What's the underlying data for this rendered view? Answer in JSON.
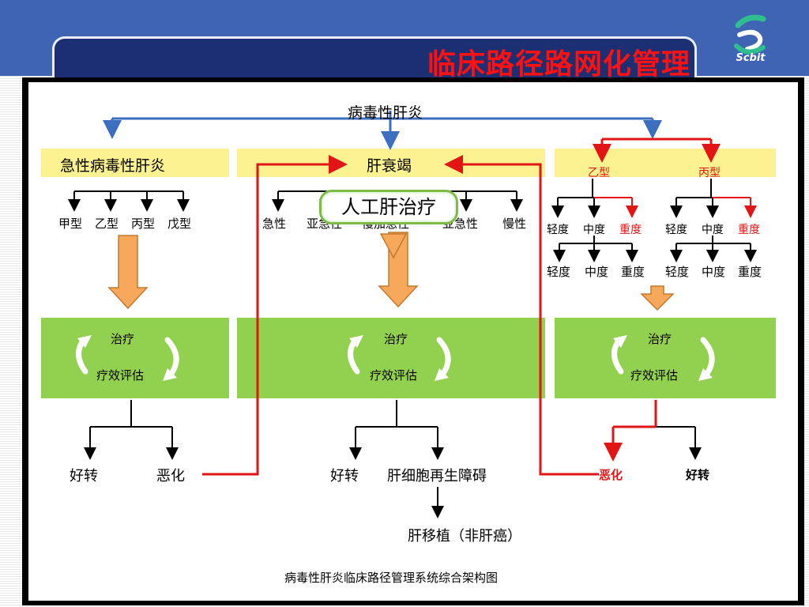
{
  "slide_title": "临床路径路网化管理",
  "logo": {
    "text": "Scbit",
    "icon": "scbit-logo-icon"
  },
  "diagram": {
    "root": "病毒性肝炎",
    "left": {
      "header": "急性病毒性肝炎",
      "types": [
        "甲型",
        "乙型",
        "丙型",
        "戊型"
      ],
      "treatment": {
        "top": "治疗",
        "bottom": "疗效评估"
      },
      "outcomes": [
        "好转",
        "恶化"
      ]
    },
    "middle": {
      "header": "肝衰竭",
      "types": [
        "急性",
        "亚急性",
        "慢加急性",
        "亚急性",
        "慢性"
      ],
      "overlay_label": "人工肝治疗",
      "treatment": {
        "top": "治疗",
        "bottom": "疗效评估"
      },
      "outcomes": [
        "好转",
        "肝细胞再生障碍"
      ],
      "final": "肝移植（非肝癌）"
    },
    "right": {
      "types": [
        "乙型",
        "丙型"
      ],
      "severity_row1_b": [
        "轻度",
        "中度",
        "重度"
      ],
      "severity_row1_c": [
        "轻度",
        "中度",
        "重度"
      ],
      "severity_row2_b": [
        "轻度",
        "中度",
        "重度"
      ],
      "severity_row2_c": [
        "轻度",
        "中度",
        "重度"
      ],
      "treatment": {
        "top": "治疗",
        "bottom": "疗效评估"
      },
      "outcomes": [
        "恶化",
        "好转"
      ]
    },
    "caption": "病毒性肝炎临床路径管理系统综合架构图"
  },
  "colors": {
    "blue_line": "#3d6fc0",
    "red_line": "#e31414",
    "orange_arrow": "#f7a85a",
    "green_box": "#92d050",
    "yellow_header": "#fdf291",
    "title_red": "#ff1111"
  }
}
